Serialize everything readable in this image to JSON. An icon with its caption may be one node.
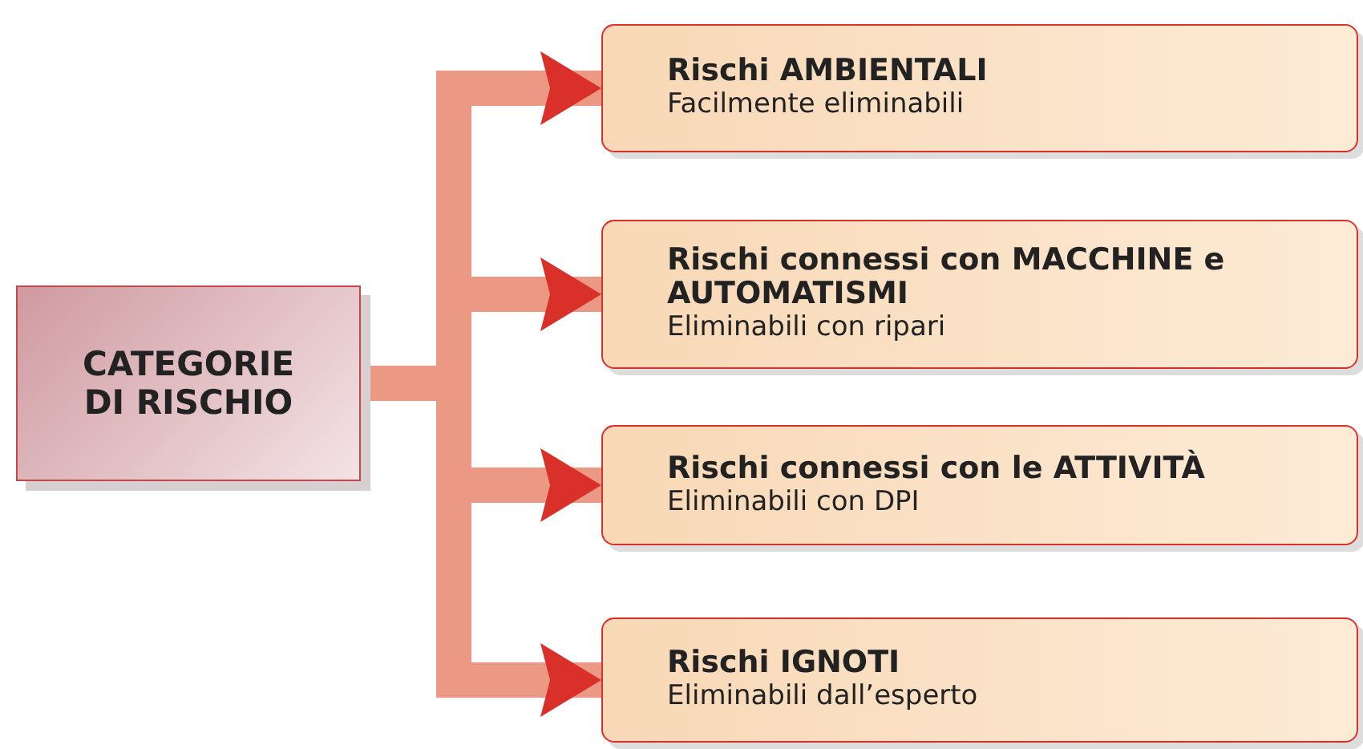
{
  "diagram": {
    "nodes": [
      {
        "text": [
          "CATEGORIE DI RISCHIO"
        ]
      },
      {
        "text": [
          "Rischi AMBIENTALI",
          "Facilmente eliminabili"
        ]
      },
      {
        "text": [
          "Rischi connessi con MACCHINE e AUTOMATISMI",
          "Eliminabili con ripari"
        ]
      },
      {
        "text": [
          "Rischi connessi con le ATTIVITÀ",
          "Eliminabili con DPI"
        ]
      },
      {
        "text": [
          "Rischi IGNOTI",
          "Eliminabili dall’esperto"
        ]
      }
    ],
    "edges": [
      {
        "from": 0,
        "to": 1,
        "arrow": "to"
      },
      {
        "from": 0,
        "to": 2,
        "arrow": "to"
      },
      {
        "from": 0,
        "to": 3,
        "arrow": "to"
      },
      {
        "from": 0,
        "to": 4,
        "arrow": "to"
      }
    ]
  }
}
